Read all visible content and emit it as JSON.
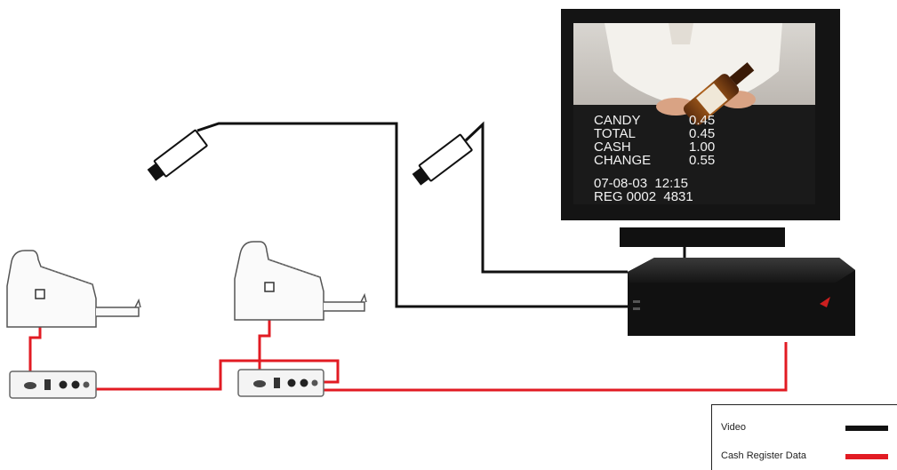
{
  "receipt": {
    "items": [
      {
        "label": "CANDY",
        "value": "0.45"
      },
      {
        "label": "TOTAL",
        "value": "0.45"
      },
      {
        "label": "CASH",
        "value": "1.00"
      },
      {
        "label": "CHANGE",
        "value": "0.55"
      }
    ],
    "date_time": "07-08-03  12:15",
    "register": "REG 0002  4831"
  },
  "legend": {
    "video_label": "Video",
    "cash_label": "Cash Register Data"
  },
  "colors": {
    "video": "#111111",
    "cash_register_data": "#e21b23",
    "dvr_accent": "#cc1f1f"
  }
}
